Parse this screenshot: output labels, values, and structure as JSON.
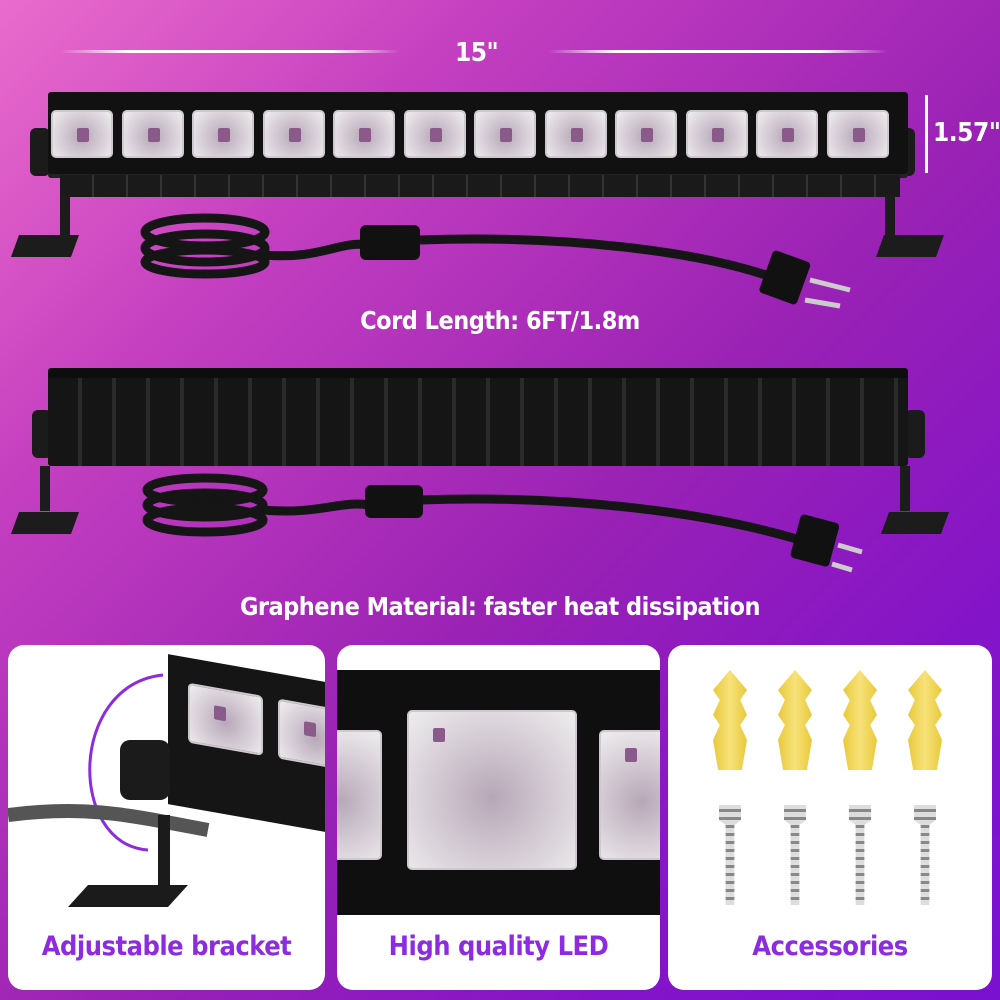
{
  "dimensions": {
    "length": "15\"",
    "height": "1.57\""
  },
  "captions": {
    "cord": "Cord Length: 6FT/1.8m",
    "material": "Graphene Material: faster heat dissipation"
  },
  "panels": [
    {
      "label": "Adjustable bracket"
    },
    {
      "label": "High quality LED"
    },
    {
      "label": "Accessories"
    }
  ],
  "colors": {
    "accent": "#8c2be0",
    "background_start": "#ea6ccc",
    "background_end": "#7a10d0"
  }
}
